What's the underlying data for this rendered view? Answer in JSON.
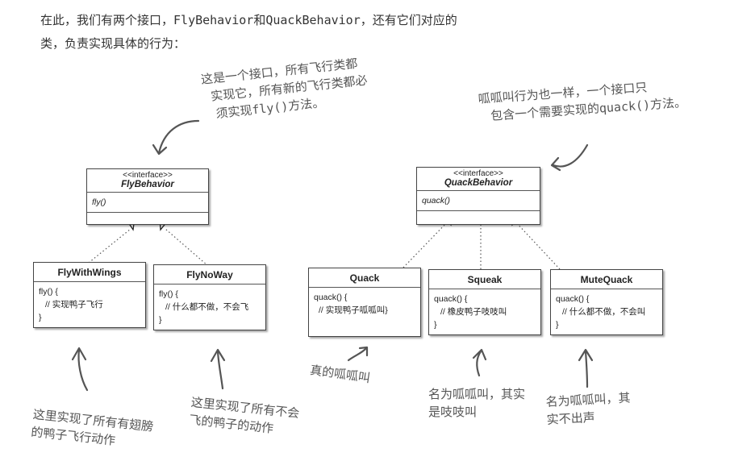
{
  "intro": {
    "line1": "在此，我们有两个接口，FlyBehavior和QuackBehavior，还有它们对应的",
    "line2": "类，负责实现具体的行为："
  },
  "interfaces": {
    "fly": {
      "stereotype": "<<interface>>",
      "name": "FlyBehavior",
      "method": "fly()"
    },
    "quack": {
      "stereotype": "<<interface>>",
      "name": "QuackBehavior",
      "method": "quack()"
    }
  },
  "classes": {
    "fly_with_wings": {
      "name": "FlyWithWings",
      "lines": [
        "fly() {",
        "  // 实现鸭子飞行",
        "}"
      ]
    },
    "fly_no_way": {
      "name": "FlyNoWay",
      "lines": [
        "fly() {",
        "  // 什么都不做，不会飞",
        "}"
      ]
    },
    "quack": {
      "name": "Quack",
      "lines": [
        "quack() {",
        "  // 实现鸭子呱呱叫}"
      ]
    },
    "squeak": {
      "name": "Squeak",
      "lines": [
        "quack() {",
        "  // 橡皮鸭子吱吱叫",
        "}"
      ]
    },
    "mute_quack": {
      "name": "MuteQuack",
      "lines": [
        "quack() {",
        "  // 什么都不做，不会叫",
        "}"
      ]
    }
  },
  "notes": {
    "fly_interface": [
      "这是一个接口，所有飞行类都",
      "实现它，所有新的飞行类都必",
      "须实现fly()方法。"
    ],
    "quack_interface": [
      "呱呱叫行为也一样，一个接口只",
      "包含一个需要实现的quack()方法。"
    ],
    "fly_with_wings": [
      "这里实现了所有有翅膀",
      "的鸭子飞行动作"
    ],
    "fly_no_way": [
      "这里实现了所有不会",
      "飞的鸭子的动作"
    ],
    "quack": [
      "真的呱呱叫"
    ],
    "squeak": [
      "名为呱呱叫，其实",
      "是吱吱叫"
    ],
    "mute_quack": [
      "名为呱呱叫，其",
      "实不出声"
    ]
  }
}
